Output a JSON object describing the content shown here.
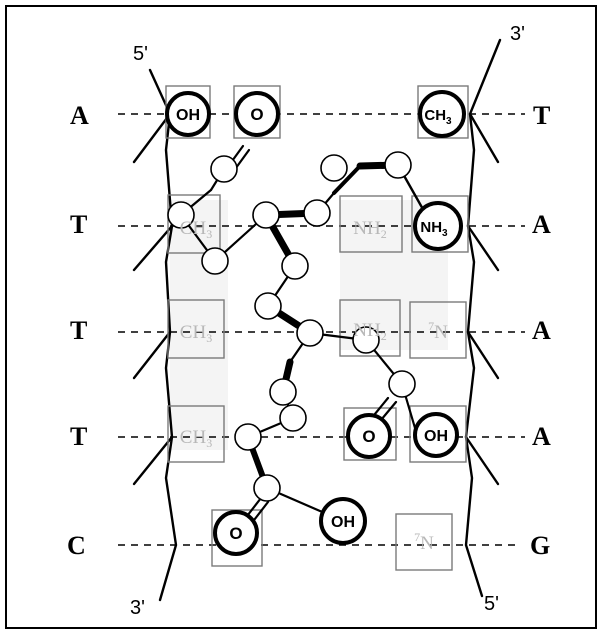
{
  "strand_ends": {
    "left_top": "5'",
    "right_top": "3'",
    "left_bottom": "3'",
    "right_bottom": "5'"
  },
  "base_pairs": [
    {
      "left": "A",
      "right": "T"
    },
    {
      "left": "T",
      "right": "A"
    },
    {
      "left": "T",
      "right": "A"
    },
    {
      "left": "T",
      "right": "A"
    },
    {
      "left": "C",
      "right": "G"
    }
  ],
  "groups": {
    "oh1": "OH",
    "o1": "O",
    "ch3_right": "CH",
    "ch3_right_sub": "3",
    "ch3_r2": "CH",
    "ch3_r2_sub": "3",
    "nh2_r2": "NH",
    "nh2_r2_sub": "2",
    "nh3_r2": "NH",
    "nh3_r2_sub": "3",
    "ch3_r3": "CH",
    "ch3_r3_sub": "3",
    "nh2_r3": "NH",
    "nh2_r3_sub": "2",
    "n7_r3": "N",
    "n7_r3_sup": "7",
    "ch3_r4": "CH",
    "ch3_r4_sub": "3",
    "o_r4": "O",
    "oh_r4": "OH",
    "o_r5": "O",
    "oh_r5": "OH",
    "n7_r5": "N",
    "n7_r5_sup": "7"
  },
  "colors": {
    "ink": "#000000",
    "faded_text": "#b8b8b8",
    "faded_band": "#f3f3f3",
    "box_border": "#7a7a7a"
  }
}
